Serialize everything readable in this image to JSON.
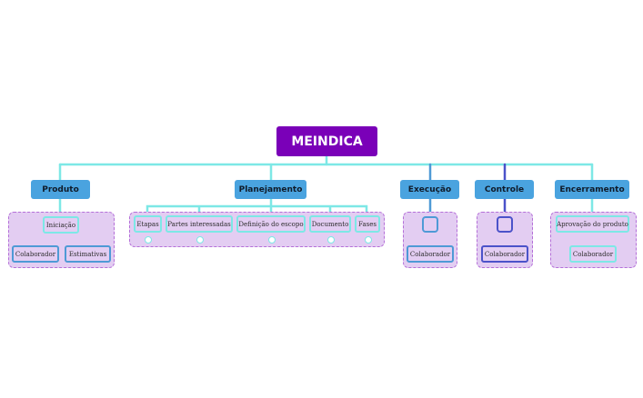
{
  "root": {
    "label": "MEINDICA"
  },
  "categories": [
    {
      "label": "Produto",
      "items": [
        "Iniciação",
        "Colaborador",
        "Estimativas"
      ]
    },
    {
      "label": "Planejamento",
      "items": [
        "Etapas",
        "Partes interessadas",
        "Definição do escopo",
        "Documento",
        "Fases"
      ]
    },
    {
      "label": "Execução",
      "items": [
        "Colaborador"
      ]
    },
    {
      "label": "Controle",
      "items": [
        "Colaborador"
      ]
    },
    {
      "label": "Encerramento",
      "items": [
        "Aprovação do produto",
        "Colaborador"
      ]
    }
  ],
  "colors": {
    "root": "#7a00b8",
    "category": "#4aa3df",
    "connector_cyan": "#7de8e6",
    "connector_blue": "#4e9ad6",
    "connector_indigo": "#4b52c9",
    "group_fill": "#e3cdf2",
    "group_border": "#b46fd8"
  }
}
